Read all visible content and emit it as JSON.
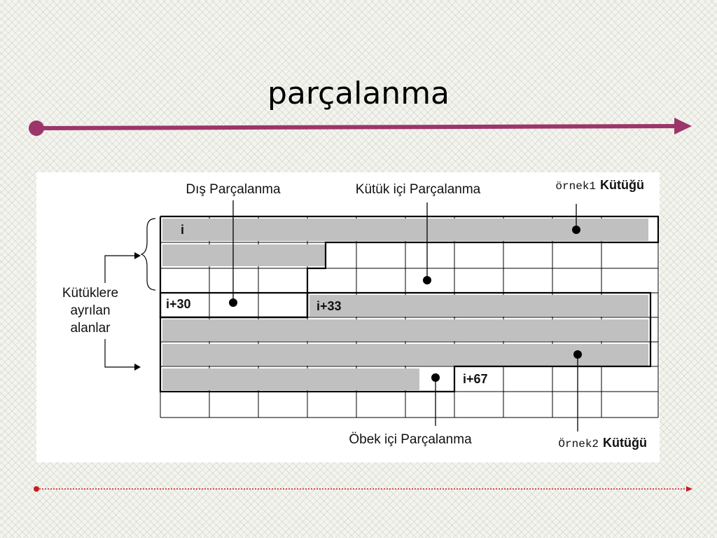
{
  "slide": {
    "title": "parçalanma"
  },
  "colors": {
    "accent": "#9c3569",
    "dotted_line": "#c81e1e",
    "record_fill": "#c0c0c0"
  },
  "diagram": {
    "labels": {
      "dis": "Dış Parçalanma",
      "kutuk_ici": "Kütük içi Parçalanma",
      "ornek1_prefix": "örnek1",
      "ornek1_suffix": "Kütüğü",
      "side_line1": "Kütüklere",
      "side_line2": "ayrılan",
      "side_line3": "alanlar",
      "obek_ici": "Öbek içi Parçalanma",
      "ornek2_prefix": "Örnek2",
      "ornek2_suffix": "Kütüğü"
    },
    "cells": {
      "i": "i",
      "i30": "i+30",
      "i33": "i+33",
      "i67": "i+67"
    }
  }
}
